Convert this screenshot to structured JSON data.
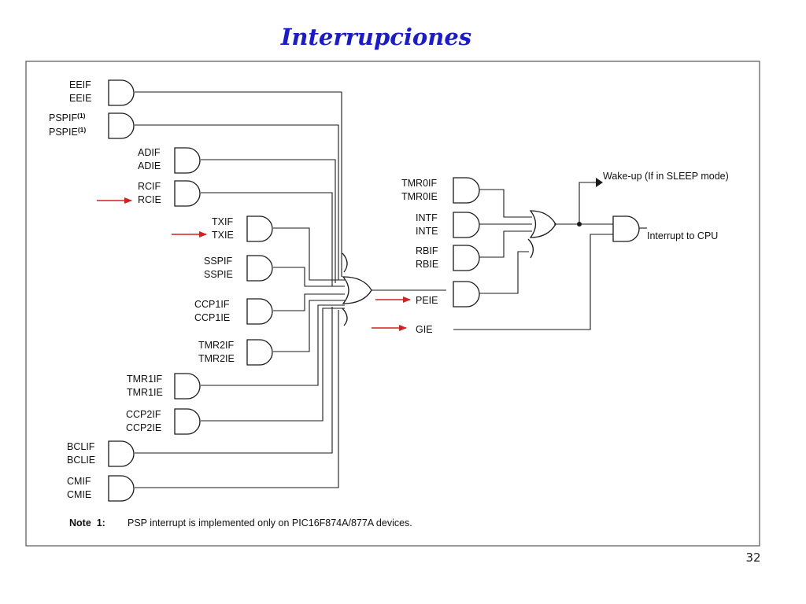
{
  "title": "Interrupciones",
  "page_number": "32",
  "inputs": {
    "eeif": "EEIF",
    "eeie": "EEIE",
    "pspif": "PSPIF",
    "pspie": "PSPIE",
    "adif": "ADIF",
    "adie": "ADIE",
    "rcif": "RCIF",
    "rcie": "RCIE",
    "txif": "TXIF",
    "txie": "TXIE",
    "sspif": "SSPIF",
    "sspie": "SSPIE",
    "ccp1if": "CCP1IF",
    "ccp1ie": "CCP1IE",
    "tmr2if": "TMR2IF",
    "tmr2ie": "TMR2IE",
    "tmr1if": "TMR1IF",
    "tmr1ie": "TMR1IE",
    "ccp2if": "CCP2IF",
    "ccp2ie": "CCP2IE",
    "bclif": "BCLIF",
    "bclie": "BCLIE",
    "cmif": "CMIF",
    "cmie": "CMIE",
    "tmr0if": "TMR0IF",
    "tmr0ie": "TMR0IE",
    "intf": "INTF",
    "inte": "INTE",
    "rbif": "RBIF",
    "rbie": "RBIE",
    "peie": "PEIE",
    "gie": "GIE"
  },
  "footnote_marker": "(1)",
  "outputs": {
    "wakeup": "Wake-up (If in SLEEP mode)",
    "interrupt": "Interrupt to CPU"
  },
  "note": {
    "label": "Note  1:",
    "text": "PSP interrupt is implemented only on PIC16F874A/877A devices."
  },
  "colors": {
    "title": "#1a1ad0",
    "arrows": "#d42020",
    "lines": "#1a1a1a"
  }
}
